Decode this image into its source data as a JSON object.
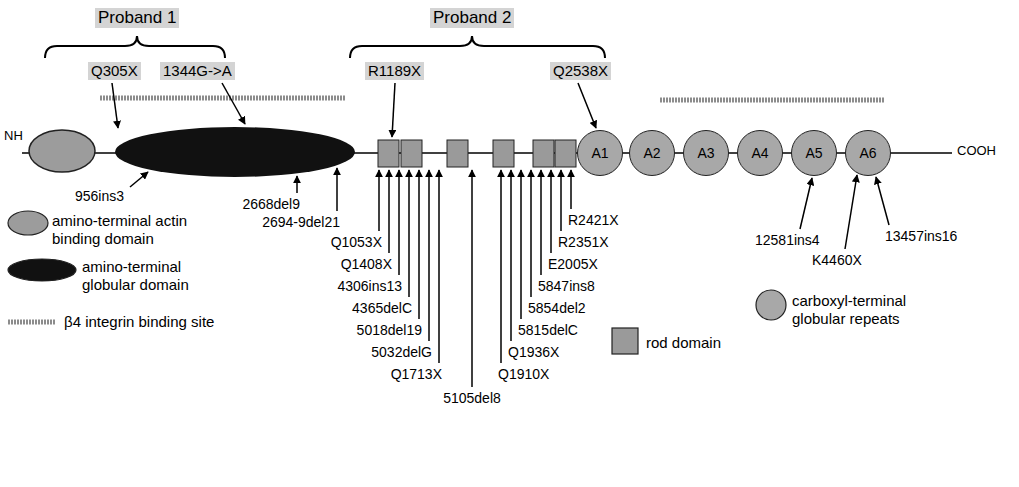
{
  "diagram": {
    "nodes": [
      {
        "text": [
          "A1"
        ]
      },
      {
        "text": [
          "A2"
        ]
      },
      {
        "text": [
          "A3"
        ]
      },
      {
        "text": [
          "A4"
        ]
      },
      {
        "text": [
          "A5"
        ]
      },
      {
        "text": [
          "A6"
        ]
      }
    ],
    "labels": [
      "Proband 1",
      "Proband 2",
      "Q305X",
      "1344G->A",
      "R1189X",
      "Q2538X",
      "NH",
      "COOH",
      "956ins3",
      "2668del9",
      "2694-9del21",
      "Q1053X",
      "Q1408X",
      "4306ins13",
      "4365delC",
      "5018del19",
      "5032delG",
      "Q1713X",
      "5105del8",
      "Q1910X",
      "Q1936X",
      "5815delC",
      "5847ins8",
      "5854del2",
      "E2005X",
      "R2351X",
      "R2421X",
      "12581ins4",
      "K4460X",
      "13457ins16"
    ],
    "legend": [
      {
        "text": "amino-terminal actin binding domain",
        "color": "#9c9c9c"
      },
      {
        "text": "amino-terminal globular domain",
        "color": "#111111"
      },
      {
        "text": "β4 integrin binding site"
      },
      {
        "text": "carboxyl-terminal globular repeats",
        "color": "#a8a8a8"
      },
      {
        "text": "rod domain",
        "color": "#9a9a9a"
      }
    ]
  }
}
